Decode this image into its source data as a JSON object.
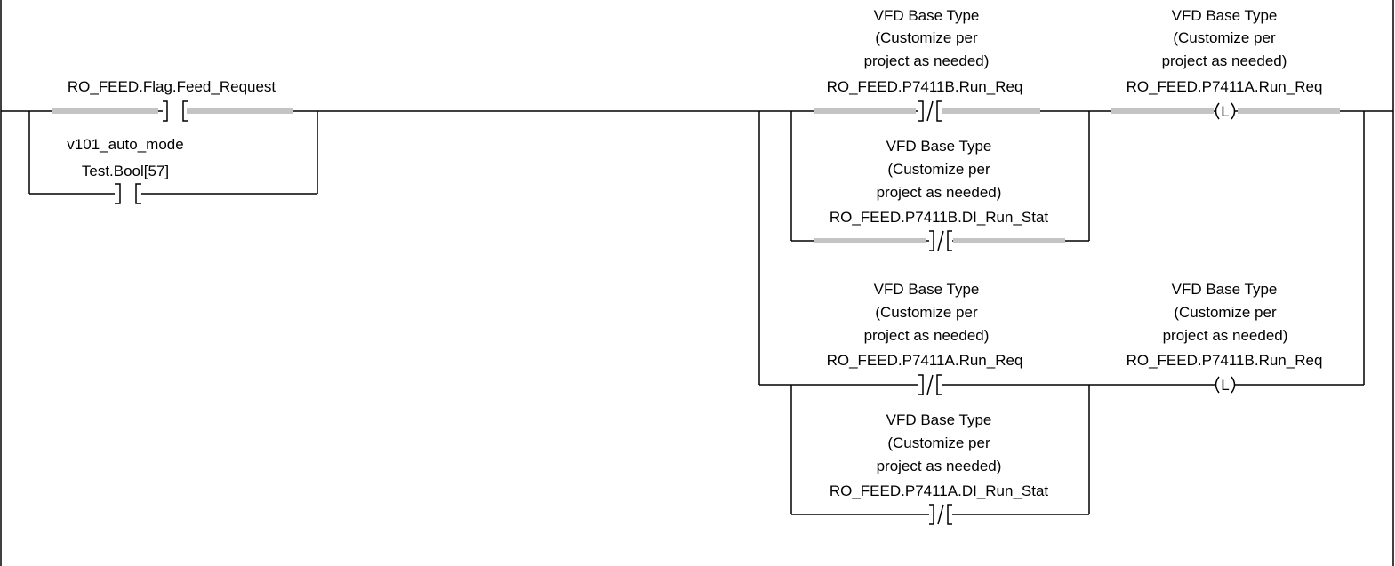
{
  "rung": {
    "contacts": [
      {
        "id": "feed-request",
        "desc": [],
        "tag": "RO_FEED.Flag.Feed_Request",
        "type": "XIC",
        "highlight": true
      },
      {
        "id": "v101-auto-mode",
        "desc": [
          "v101_auto_mode"
        ],
        "tag": "Test.Bool[57]",
        "type": "XIC",
        "highlight": false
      },
      {
        "id": "p7411b-run-req-xio",
        "desc": [
          "VFD Base Type",
          "(Customize per",
          "project as needed)"
        ],
        "tag": "RO_FEED.P7411B.Run_Req",
        "type": "XIO",
        "highlight": true
      },
      {
        "id": "p7411b-di-run-stat",
        "desc": [
          "VFD Base Type",
          "(Customize per",
          "project as needed)"
        ],
        "tag": "RO_FEED.P7411B.DI_Run_Stat",
        "type": "XIO",
        "highlight": true
      },
      {
        "id": "p7411a-run-req-xio",
        "desc": [
          "VFD Base Type",
          "(Customize per",
          "project as needed)"
        ],
        "tag": "RO_FEED.P7411A.Run_Req",
        "type": "XIO",
        "highlight": false
      },
      {
        "id": "p7411a-di-run-stat",
        "desc": [
          "VFD Base Type",
          "(Customize per",
          "project as needed)"
        ],
        "tag": "RO_FEED.P7411A.DI_Run_Stat",
        "type": "XIO",
        "highlight": false
      }
    ],
    "coils": [
      {
        "id": "p7411a-run-req-latch",
        "desc": [
          "VFD Base Type",
          "(Customize per",
          "project as needed)"
        ],
        "tag": "RO_FEED.P7411A.Run_Req",
        "symbol": "L",
        "highlight": true
      },
      {
        "id": "p7411b-run-req-latch",
        "desc": [
          "VFD Base Type",
          "(Customize per",
          "project as needed)"
        ],
        "tag": "RO_FEED.P7411B.Run_Req",
        "symbol": "L",
        "highlight": false
      }
    ],
    "colors": {
      "wire": "#000000",
      "highlight": "#c4c4c4",
      "background": "#ffffff"
    }
  }
}
